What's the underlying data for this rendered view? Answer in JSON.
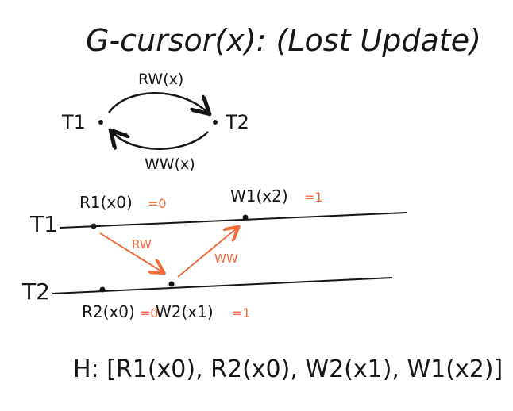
{
  "title": "G-cursor(x): (Lost Update)",
  "graph": {
    "nodes": [
      "T1",
      "T2"
    ],
    "edges": [
      {
        "from": "T1",
        "to": "T2",
        "label": "RW(x)"
      },
      {
        "from": "T2",
        "to": "T1",
        "label": "WW(x)"
      }
    ]
  },
  "timeline": {
    "t1_label": "T1",
    "t2_label": "T2",
    "t1_ops": [
      {
        "text": "R1(x0)",
        "value": "=0"
      },
      {
        "text": "W1(x2)",
        "value": "=1"
      }
    ],
    "t2_ops": [
      {
        "text": "R2(x0)",
        "value": "=0"
      },
      {
        "text": "W2(x1)",
        "value": "=1"
      }
    ],
    "conflicts": [
      "RW",
      "WW"
    ]
  },
  "history": "H: [R1(x0), R2(x0), W2(x1), W1(x2)]",
  "colors": {
    "ink": "#161616",
    "accent": "#f36b3a"
  }
}
